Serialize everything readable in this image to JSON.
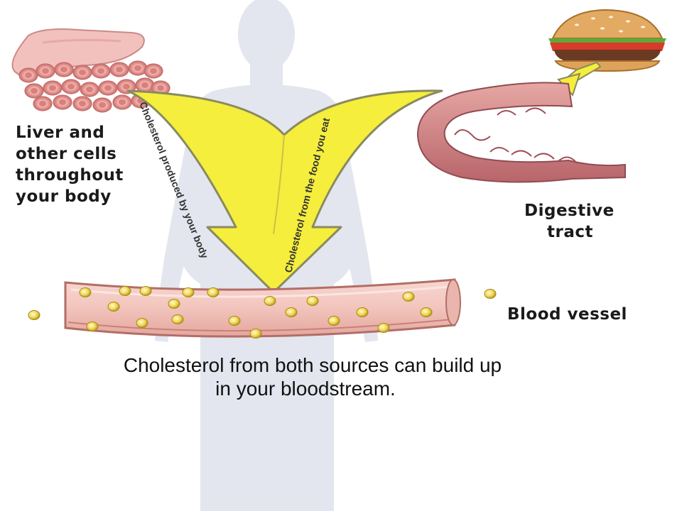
{
  "labels": {
    "liver": [
      "Liver and",
      "other cells",
      "throughout",
      "your body"
    ],
    "digestive": [
      "Digestive",
      "tract"
    ],
    "vessel": "Blood vessel"
  },
  "arrow_text": {
    "left": "Cholesterol produced by your body",
    "right": "Cholesterol  from the food you eat"
  },
  "caption": [
    "Cholesterol from both sources can build up",
    "in your bloodstream."
  ],
  "colors": {
    "arrow_fill": "#f5ee3c",
    "arrow_outline": "#8a8a60",
    "silhouette": "#e3e6ee",
    "vessel": "#f0c6bf",
    "vessel_outline": "#b26e66",
    "cholesterol_particle": "#f1d85a",
    "liver_cells": "#e59c98",
    "digestive_tract": "#c9797a"
  }
}
